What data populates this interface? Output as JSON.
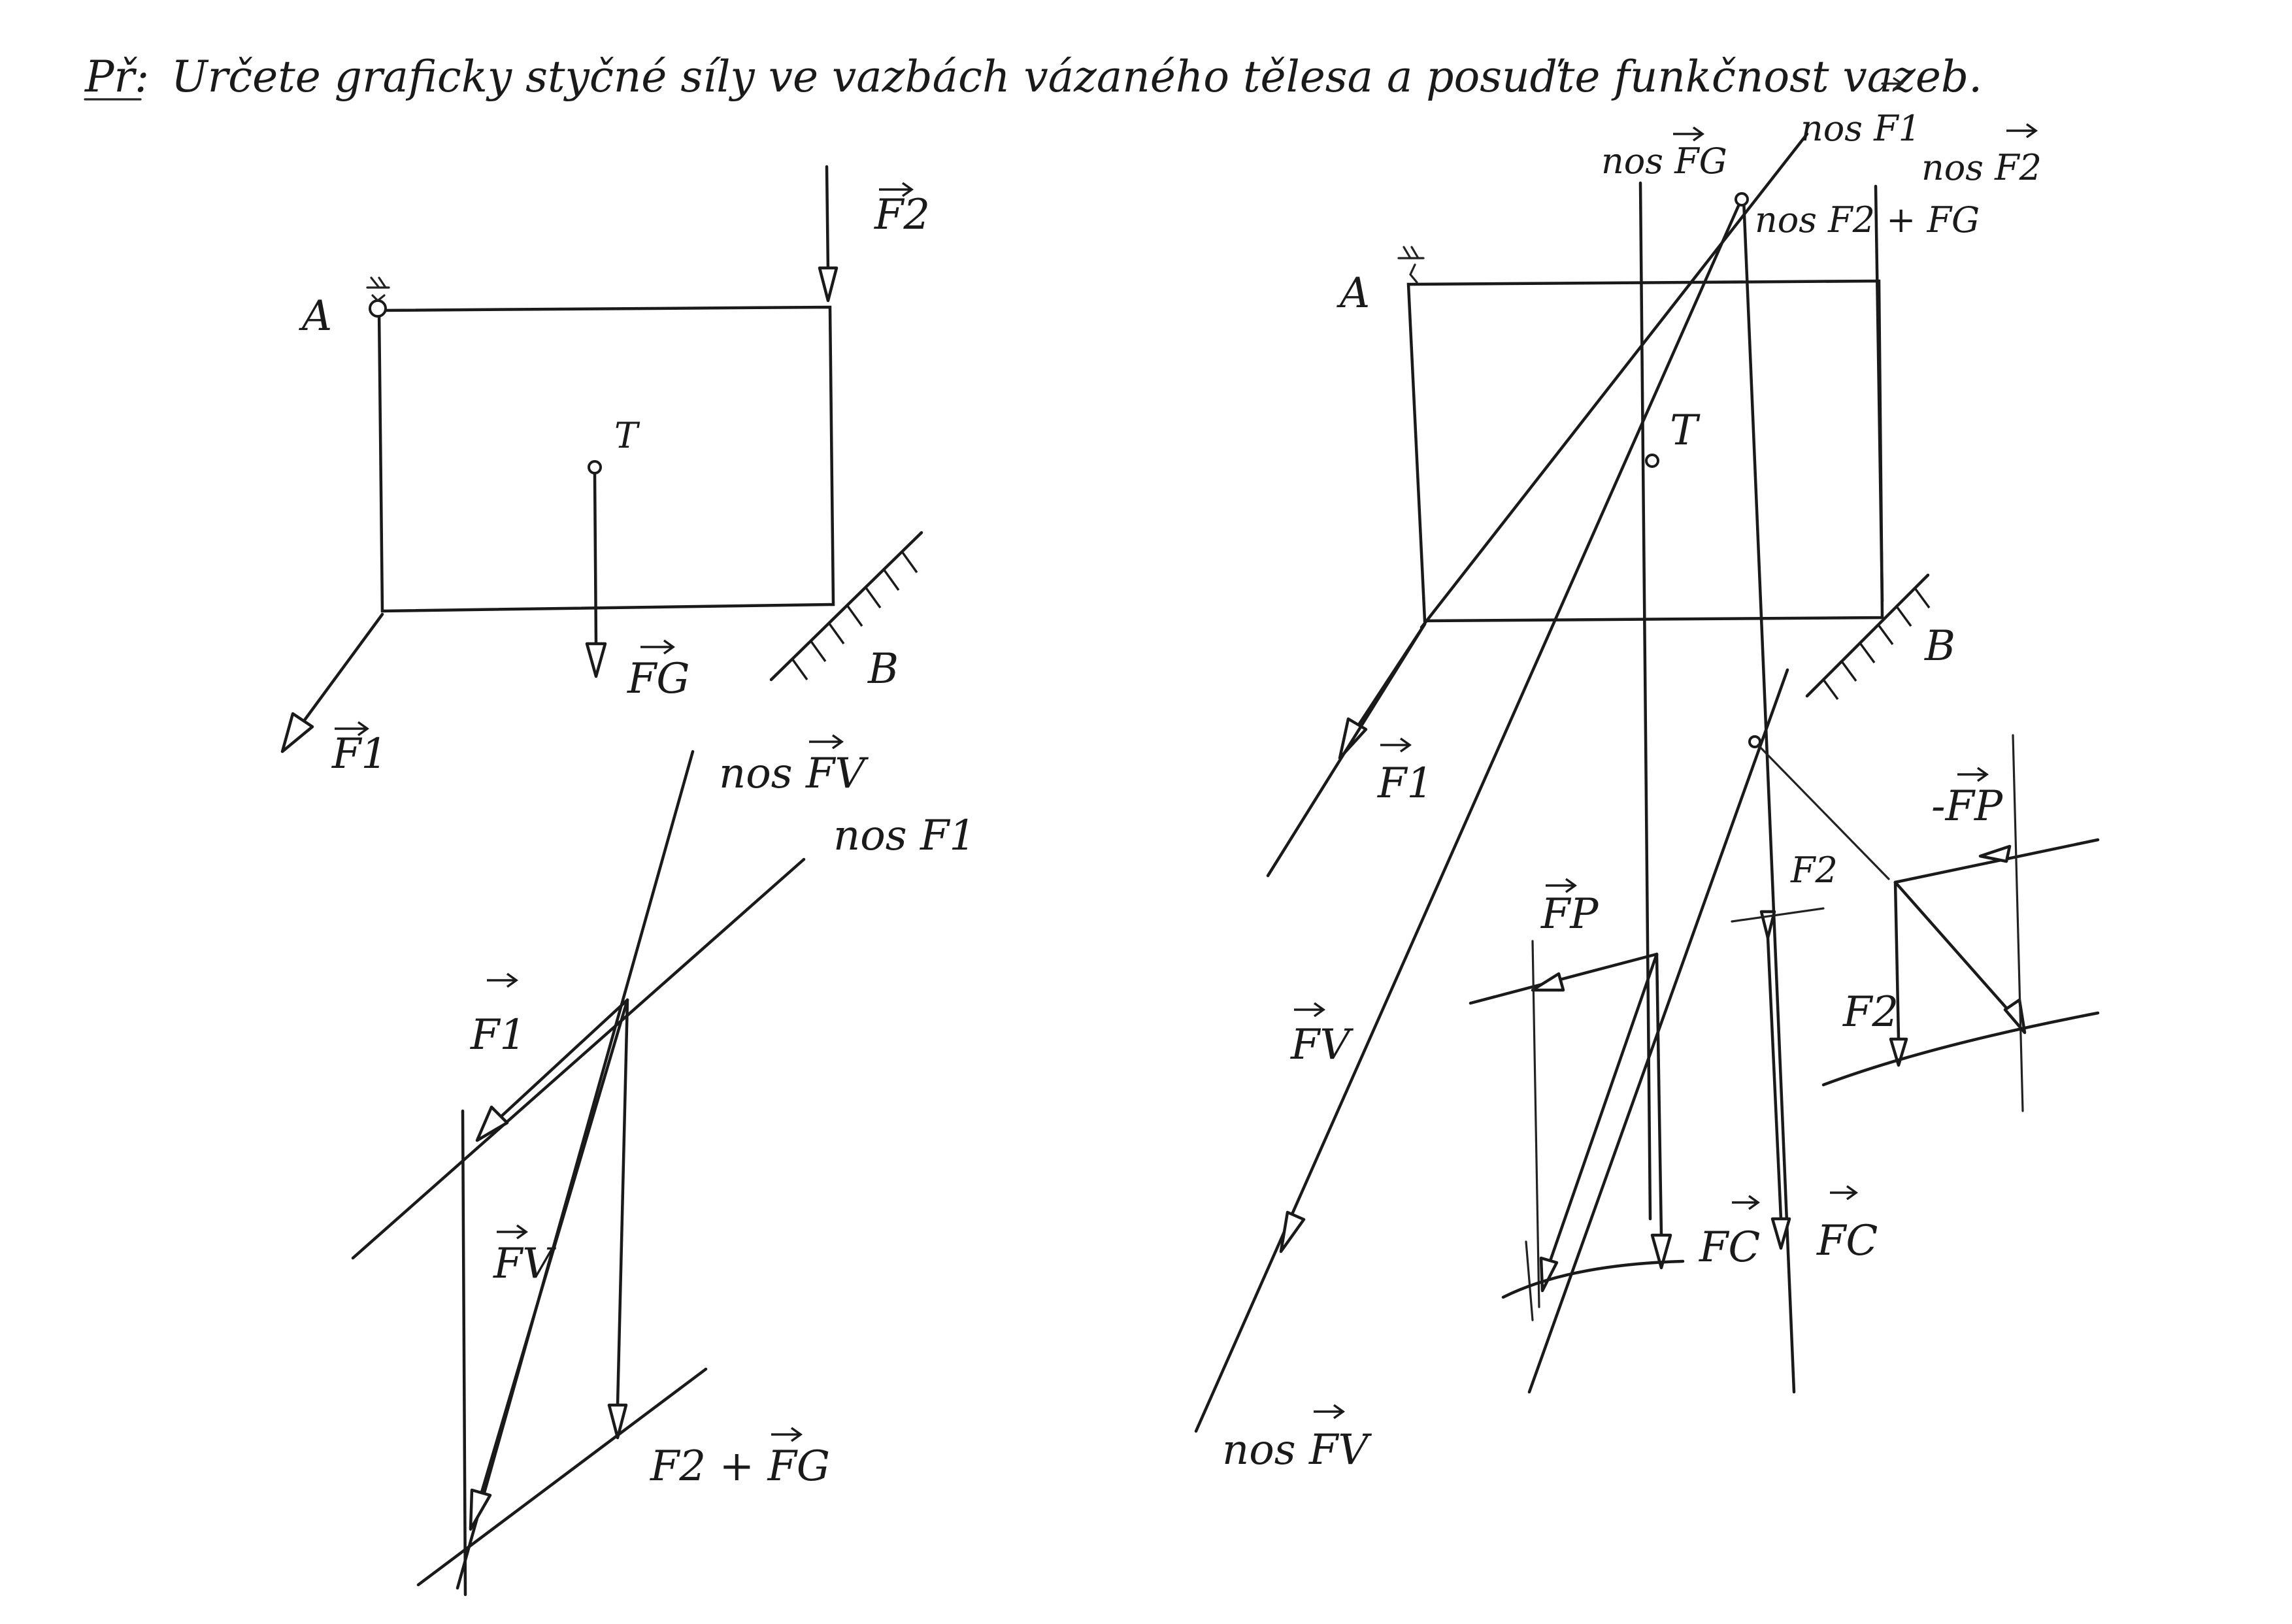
{
  "title": {
    "prefix": "Př:",
    "text": "Určete graficky styčné síly ve vazbách vázaného tělesa a posuďte funkčnost vazeb."
  },
  "left_figure": {
    "point_A": "A",
    "point_B": "B",
    "point_T": "T",
    "F1": "F1",
    "F2": "F2",
    "FG": "FG"
  },
  "left_polygon": {
    "axis_FV": "nos FV",
    "axis_F1": "nos F1",
    "F1": "F1",
    "FV": "FV",
    "F2_plus_FG": "F2 + FG"
  },
  "right_figure": {
    "point_A": "A",
    "point_B": "B",
    "point_T": "T",
    "axis_FG": "nos FG",
    "axis_F1": "nos F1",
    "axis_F2": "nos F2",
    "axis_F2_plus_FG": "nos F2 + FG",
    "F1": "F1",
    "FV": "FV",
    "axis_FV": "nos FV",
    "F2": "F2",
    "FP": "FP",
    "minus_FP": "-FP",
    "F2_small": "F2",
    "FC_1": "FC",
    "FC_2": "FC"
  }
}
